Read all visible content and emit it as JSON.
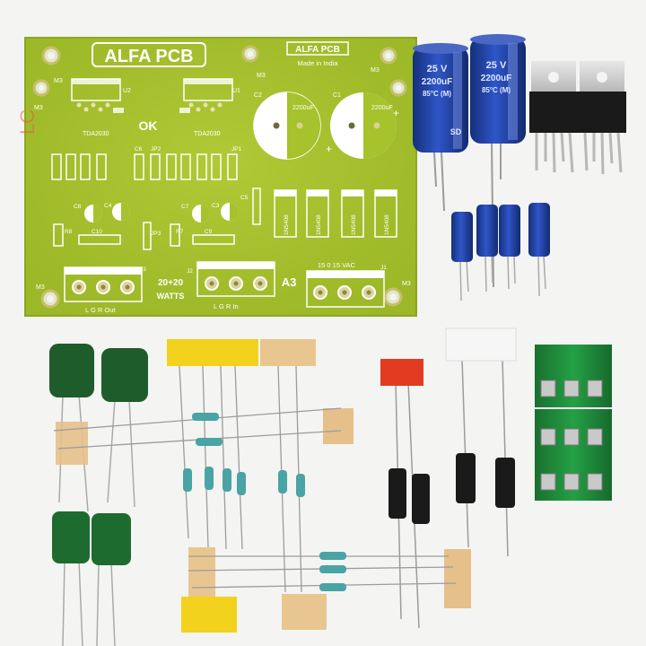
{
  "pcb": {
    "brand_logo": "ALFA PCB",
    "brand_small": "ALFA PCB",
    "made_in": "Made in India",
    "ok_mark": "OK",
    "ic_left": "TDA2030",
    "ic_right": "TDA2030",
    "u2": "U2",
    "u1": "U1",
    "c2": "C2",
    "c1": "C1",
    "cap_value_left": "2200uF",
    "cap_value_right": "2200uF",
    "power_label": "20+20",
    "power_unit": "WATTS",
    "board_code": "A3",
    "supply_label": "15  0  15 VAC",
    "out_label": "L  G  R Out",
    "in_label": "L  G  R In",
    "j1": "J1",
    "j2": "J2",
    "j3": "J3",
    "diode_a": "1N5408",
    "diode_b": "1N5408",
    "diode_c": "1N5408",
    "diode_d": "1N5408",
    "c8": "C8",
    "c4": "C4",
    "c7": "C7",
    "c3": "C3",
    "c10": "C10",
    "c9": "C9",
    "c5": "C5",
    "c6": "C6",
    "r8": "R8",
    "r7": "R7",
    "jp1": "JP1",
    "jp2": "JP2",
    "jp3": "JP3",
    "m3": "M3"
  },
  "capacitors": {
    "big_left_voltage": "25 V",
    "big_left_value": "2200uF",
    "big_left_temp": "85°C (M)",
    "big_right_voltage": "25 V",
    "big_right_value": "2200uF",
    "big_right_temp": "85°C (M)",
    "series_mark": "SD"
  },
  "colors": {
    "pcb_green": "#9fbf2a",
    "cap_blue": "#1f3f9c",
    "terminal_green": "#1f8a3a",
    "film_green": "#1e5c2c",
    "tape_yellow": "#f2d21c",
    "tape_red": "#e23b22"
  }
}
